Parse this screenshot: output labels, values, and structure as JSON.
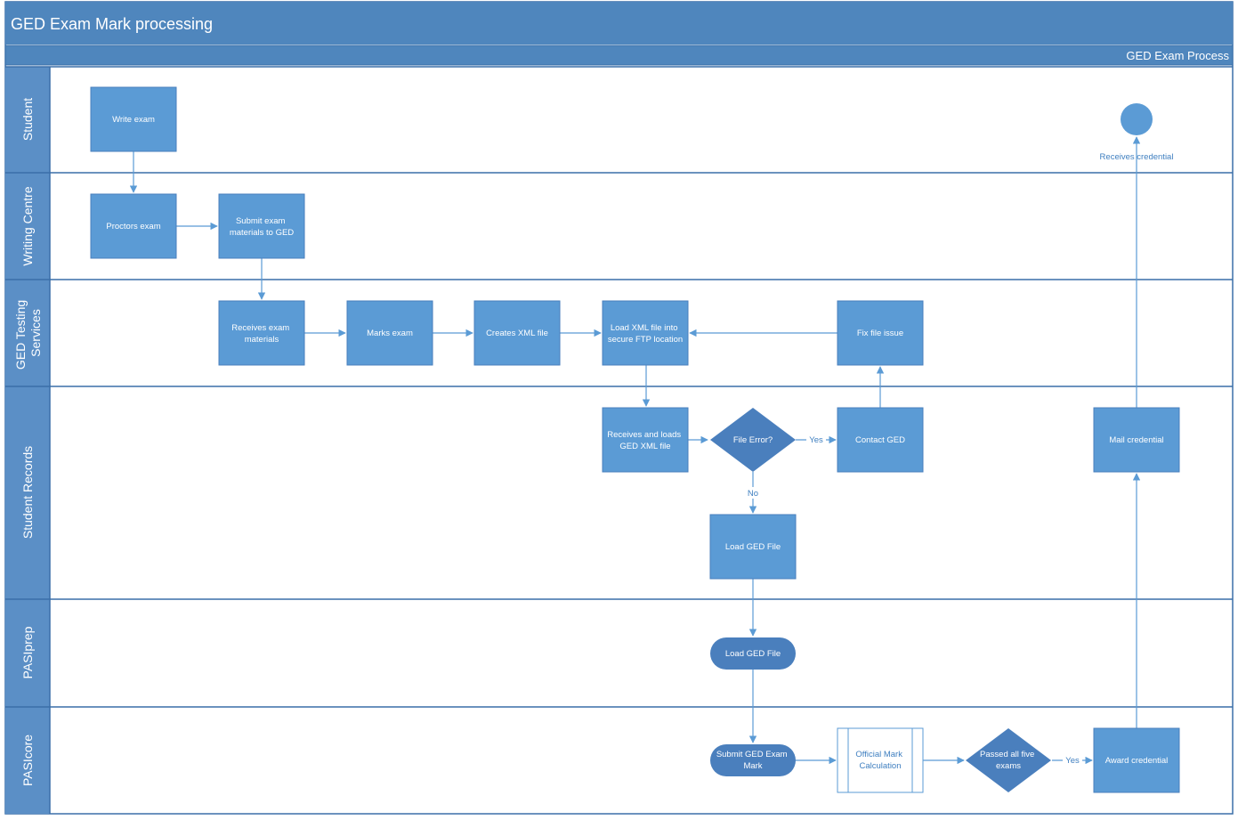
{
  "title": "GED Exam Mark processing",
  "process_name": "GED Exam Process",
  "colors": {
    "header": "#4f86bd",
    "lane_header": "#5b8fc6",
    "border": "#3a6fa8",
    "box": "#5b9bd5",
    "box_dark": "#4a7fbd",
    "connector": "#5b9bd5",
    "label": "#3f7fc0"
  },
  "lanes": [
    {
      "label": "Student"
    },
    {
      "label": "Writing Centre"
    },
    {
      "label_lines": [
        "GED Testing",
        "Services"
      ]
    },
    {
      "label": "Student Records"
    },
    {
      "label": "PASIprep"
    },
    {
      "label": "PASIcore"
    }
  ],
  "steps": {
    "write_exam": [
      "Write exam"
    ],
    "proctors_exam": [
      "Proctors exam"
    ],
    "submit_materials": [
      "Submit exam",
      "materials to GED"
    ],
    "receives_materials": [
      "Receives exam",
      "materials"
    ],
    "marks_exam": [
      "Marks exam"
    ],
    "creates_xml": [
      "Creates XML file"
    ],
    "load_xml_ftp": [
      "Load XML file into",
      "secure FTP location"
    ],
    "fix_file_issue": [
      "Fix file issue"
    ],
    "receives_loads_xml": [
      "Receives and loads",
      "GED XML file"
    ],
    "file_error": [
      "File Error?"
    ],
    "contact_ged": [
      "Contact GED"
    ],
    "load_ged_file": [
      "Load GED File"
    ],
    "load_ged_file_prep": [
      "Load GED File"
    ],
    "submit_ged_mark": [
      "Submit GED Exam",
      "Mark"
    ],
    "official_mark_calc": [
      "Official Mark",
      "Calculation"
    ],
    "passed_all_five": [
      "Passed all five",
      "exams"
    ],
    "award_credential": [
      "Award credential"
    ],
    "mail_credential": [
      "Mail credential"
    ],
    "receives_credential": [
      "Receives credential"
    ]
  },
  "edge_labels": {
    "yes_contact": "Yes",
    "no_load": "No",
    "yes_award": "Yes"
  }
}
